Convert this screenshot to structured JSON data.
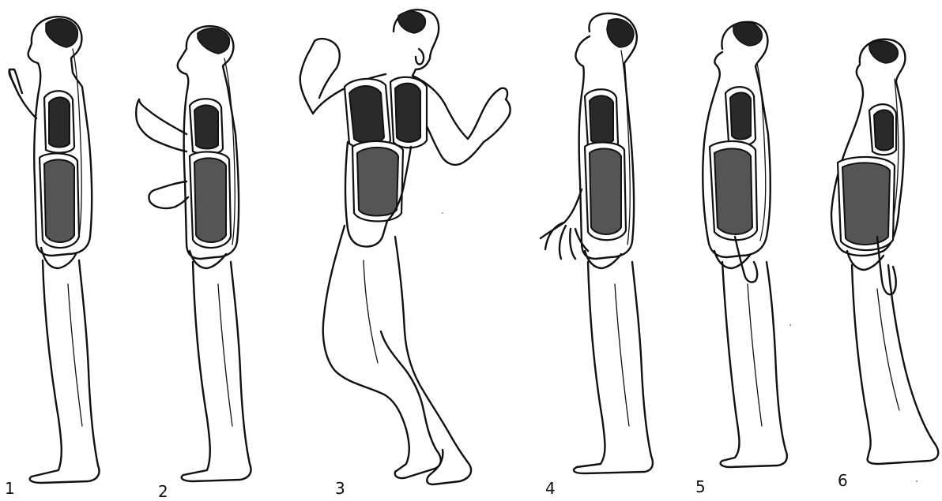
{
  "figures": [
    {
      "id": "1",
      "label": "1"
    },
    {
      "id": "2",
      "label": "2"
    },
    {
      "id": "3",
      "label": "3"
    },
    {
      "id": "4",
      "label": "4"
    },
    {
      "id": "5",
      "label": "5"
    },
    {
      "id": "6",
      "label": "6"
    }
  ],
  "colors": {
    "ink": "#111111",
    "background": "#ffffff",
    "organ_fill": "#2a2a2a"
  }
}
